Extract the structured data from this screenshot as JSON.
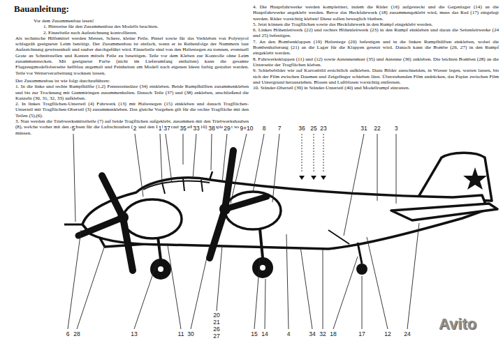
{
  "diagram": {
    "title": "Bauanleitung:",
    "labels": [
      "Vor dem Zusammenbau lesen!",
      "1. Hinweise für den Zusammenbau des Modells beachten.",
      "2. Einzelteile nach Aufzeichnung kontrollieren.",
      "Als technische Hilfsmittel werden Messer, Schere, kleine Feile, Pinsel sowie für das Verkleben von Polystyrol schlagzäh geeigneter Leim benötigt. Der Zusammenbau ist einfach, wenn er in Reihenfolge der Nummern laut Aufzeichnung gewissenhaft und sauber durchgeführt wird. Einzelteile sind von den Haltestegen zu trennen, eventuell Grate an Schnittstellen und Kanten mittels Feile zu beseitigen. Teile vor dem Kleben zur Kontrolle ohne Leim zusammenstecken. Mit geeigneter Farbe (nicht im Lieferumfang enthalten) kann die gesamte Flugzeugmodelloberseite hellblau angemalt und Feinheiten am Modell nach eigenen Ideen farbig gestaltet werden. Teile vor Weiterverarbeitung trocknen lassen.",
      "Der Zusammenbau ist wie folgt durchzuführen:",
      "1. In die linke und rechte Rumpfhälfte (1,2) Fenstereinsätze (34) einkleben. Beide Rumpfhälften zusammenkleben und bis zur Trocknung mit Gummiringen zusammenhalten. Danach Teile (37) und (38) ankleben, anschließend die Kanzeln (30, 31, 32, 33) aufkleben.",
      "2. In linkes Tragflächen-Unterteil (4) Fahrwerk (13) mit Haltestegen (15) einkleben und danach Tragflächen-Unterteil mit Tragflächen-Oberteil (3) zusammenkleben. Das gleiche Vorgehen gilt für die rechte Tragfläche mit den Teilen (5),(6).",
      "3. Nun werden die Triebwerksmittelteile (7) auf beide Tragflächen aufgeklebt, zusammen mit den Triebwerkshauben (8), welche vorher mit den Achsen für die Luftschrauben (9) und den Luftschrauben selbst (10) komplettiert werden müssen.",
      "4. Die Hauptfahrwerke werden komplettiert, indem die Räder (16) aufgesteckt und die Gegenlager (14) an die Hauptfahrwerke angeklebt werden. Bevor das Heckfahrwerk (18) zusammengeklebt wird, muss das Rad (17) eingelegt werden. Räder vorsichtig kleben! Diese sollen beweglich bleiben.",
      "5. Jetzt können die Tragflächen sowie das Heckfahrwerk in den Rumpf eingeklebt werden.",
      "6. Linkes Höhenleitwerk (22) und rechtes Höhenleitwerk (23) in den Rumpf einkleben und daran die Seitenleitwerke (24 und 25) befestigen.",
      "7. An den Bombenklappen (19) Haltestege (20) befestigen und in die linken Rumpfhälften einkleben, wobei die Bombenhalterung (21) an die Lager für die Klappen gesetzt wird. Danach kann die Bombe (26, 27) in den Rumpf eingeklebt werden.",
      "8. Fahrwerksklappen (11) und (12) sowie Antennenmast (35) und Antenne (36) ankleben. Die leichten Bomben (28) an die Unterseite der Tragflächen kleben.",
      "9. Schiebebilder wie auf Kartonbild ersichtlich aufkleben. Dazu Bilder ausschneiden, in Wasser legen, warten lassen, bis sich der Film zwischen Daumen und Zeigefinger schieben lässt. Überstehenden Film andrücken, das Papier zwischen Film und Untergrund herausziehen. Blasen und Luftblasen vorsichtig entfernen.",
      "10. Ständer-Oberteil (39) in Ständer-Unterteil (40) und Modellrumpf einrasten.",
      "5",
      "2",
      "1",
      "37",
      "35",
      "33",
      "38",
      "29",
      "9+10",
      "8",
      "7",
      "36",
      "25",
      "23",
      "31",
      "22",
      "3",
      "6",
      "28",
      "13",
      "11",
      "30",
      "20",
      "21",
      "26",
      "27",
      "15",
      "14",
      "4",
      "34",
      "32",
      "18",
      "17",
      "12",
      "24",
      "Avito"
    ]
  }
}
